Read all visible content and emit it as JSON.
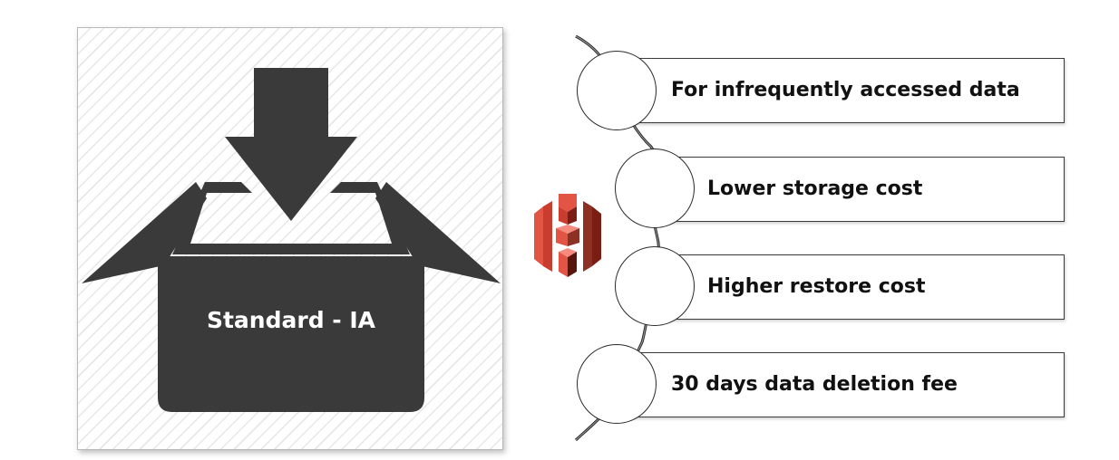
{
  "storage_class": {
    "label": "Standard - IA",
    "icon": "box-download-icon",
    "icon_color": "#3a3a3a"
  },
  "service_logo": {
    "icon": "amazon-s3-icon",
    "colors": [
      "#e25444",
      "#7b1d13",
      "#58150d"
    ]
  },
  "features": [
    {
      "text": "For infrequently accessed data"
    },
    {
      "text": "Lower storage cost"
    },
    {
      "text": "Higher restore cost"
    },
    {
      "text": "30 days data deletion fee"
    }
  ]
}
